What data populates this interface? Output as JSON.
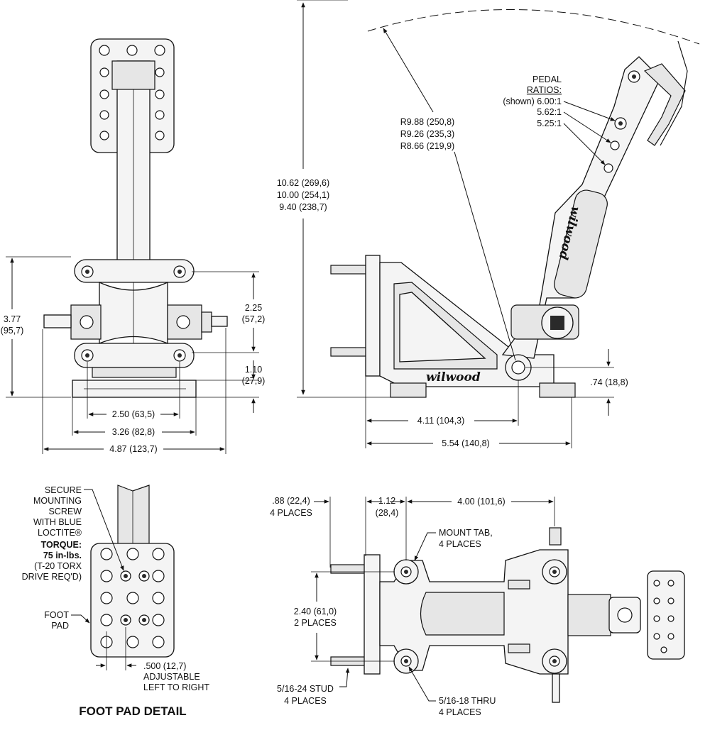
{
  "views": {
    "front": {
      "height_dim": [
        "3.77",
        "(95,7)"
      ],
      "mount_spacing_dim": [
        "2.25",
        "(57,2)"
      ],
      "base_offset_dim": [
        "1.10",
        "(27,9)"
      ],
      "widths": [
        "2.50 (63,5)",
        "3.26 (82,8)",
        "4.87 (123,7)"
      ]
    },
    "side": {
      "pedal_heights": [
        "10.62 (269,6)",
        "10.00 (254,1)",
        "9.40 (238,7)"
      ],
      "radii": [
        "R9.88 (250,8)",
        "R9.26 (235,3)",
        "R8.66 (219,9)"
      ],
      "pedal_ratios": {
        "heading": [
          "PEDAL",
          "RATIOS:"
        ],
        "values": [
          "(shown) 6.00:1",
          "5.62:1",
          "5.25:1"
        ]
      },
      "pivot_height": ".74 (18,8)",
      "lengths": [
        "4.11 (104,3)",
        "5.54 (140,8)"
      ],
      "logo": "wilwood"
    },
    "foot_pad_detail": {
      "title": "FOOT PAD DETAIL",
      "screw_note": [
        "SECURE",
        "MOUNTING",
        "SCREW",
        "WITH BLUE",
        "LOCTITE®"
      ],
      "torque_label": "TORQUE:",
      "torque_value": "75 in-lbs.",
      "torx_note": [
        "(T-20 TORX",
        "DRIVE REQ'D)"
      ],
      "pad_label": [
        "FOOT",
        "PAD"
      ],
      "adjust_note": [
        ".500 (12,7)",
        "ADJUSTABLE",
        "LEFT TO RIGHT"
      ]
    },
    "top": {
      "tab_dim": [
        ".88 (22,4)",
        "4 PLACES"
      ],
      "mid_dim": [
        "1.12",
        "(28,4)"
      ],
      "length_dim": "4.00 (101,6)",
      "mount_tab": [
        "MOUNT TAB,",
        "4 PLACES"
      ],
      "spacing_dim": [
        "2.40 (61,0)",
        "2 PLACES"
      ],
      "stud_note": [
        "5/16-24 STUD",
        "4 PLACES"
      ],
      "thru_note": [
        "5/16-18 THRU",
        "4 PLACES"
      ]
    }
  }
}
